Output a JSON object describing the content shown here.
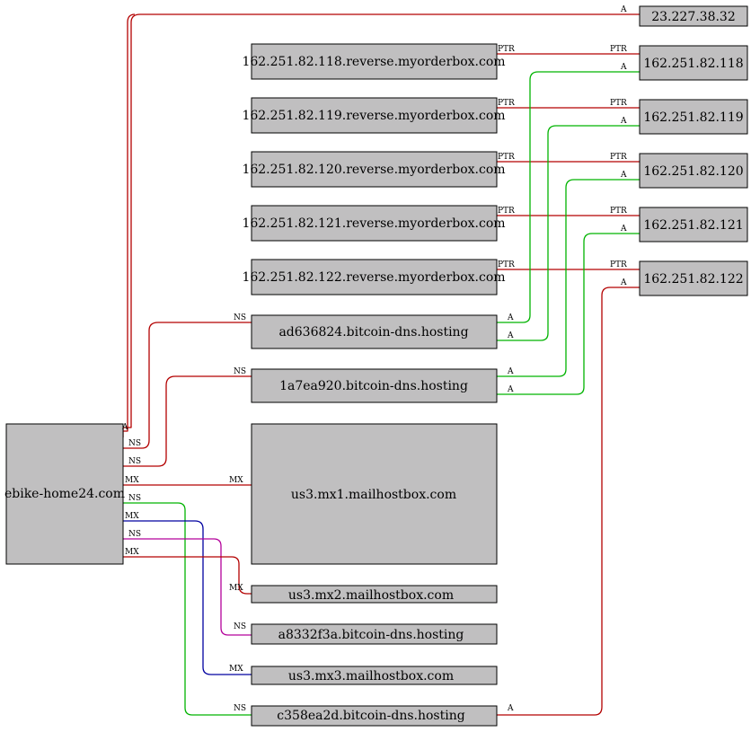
{
  "diagram": {
    "colors": {
      "node_fill": "#c0bfc0",
      "node_border": "#000000",
      "A": "#b30000",
      "NS": "#b30000",
      "MX": "#b30000",
      "PTR": "#b30000",
      "green": "#00b300",
      "blue": "#0000a0",
      "magenta": "#b3009a"
    },
    "nodes": {
      "domain": "ebike-home24.com",
      "ip_23": "23.227.38.32",
      "ip_118": "162.251.82.118",
      "ip_119": "162.251.82.119",
      "ip_120": "162.251.82.120",
      "ip_121": "162.251.82.121",
      "ip_122": "162.251.82.122",
      "rev_118": "162.251.82.118.reverse.myorderbox.com",
      "rev_119": "162.251.82.119.reverse.myorderbox.com",
      "rev_120": "162.251.82.120.reverse.myorderbox.com",
      "rev_121": "162.251.82.121.reverse.myorderbox.com",
      "rev_122": "162.251.82.122.reverse.myorderbox.com",
      "ns_ad636824": "ad636824.bitcoin-dns.hosting",
      "ns_1a7ea920": "1a7ea920.bitcoin-dns.hosting",
      "mx1": "us3.mx1.mailhostbox.com",
      "mx2": "us3.mx2.mailhostbox.com",
      "ns_a8332f3a": "a8332f3a.bitcoin-dns.hosting",
      "mx3": "us3.mx3.mailhostbox.com",
      "ns_c358ea2d": "c358ea2d.bitcoin-dns.hosting"
    },
    "edge_labels": {
      "a": "A",
      "ns": "NS",
      "mx": "MX",
      "ptr": "PTR"
    }
  }
}
